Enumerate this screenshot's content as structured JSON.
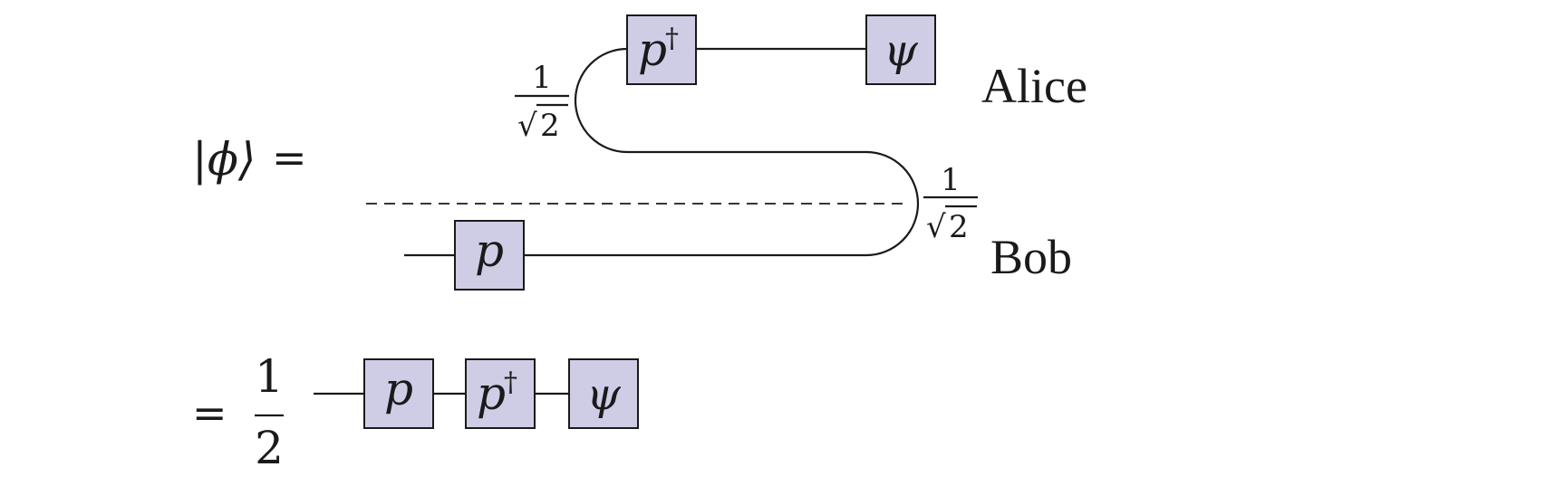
{
  "lhs": {
    "ket": "|ϕ⟩",
    "equals": "="
  },
  "labels": {
    "alice": "Alice",
    "bob": "Bob"
  },
  "normalization": {
    "numerator": "1",
    "sqrt_symbol": "√",
    "radicand": "2"
  },
  "result": {
    "equals": "=",
    "numerator": "1",
    "denominator": "2"
  },
  "gates": {
    "p_dagger_base": "p",
    "dagger": "†",
    "psi": "ψ",
    "p": "p"
  },
  "colors": {
    "gate_fill": "#cfcde6",
    "stroke": "#1a1a1a"
  }
}
